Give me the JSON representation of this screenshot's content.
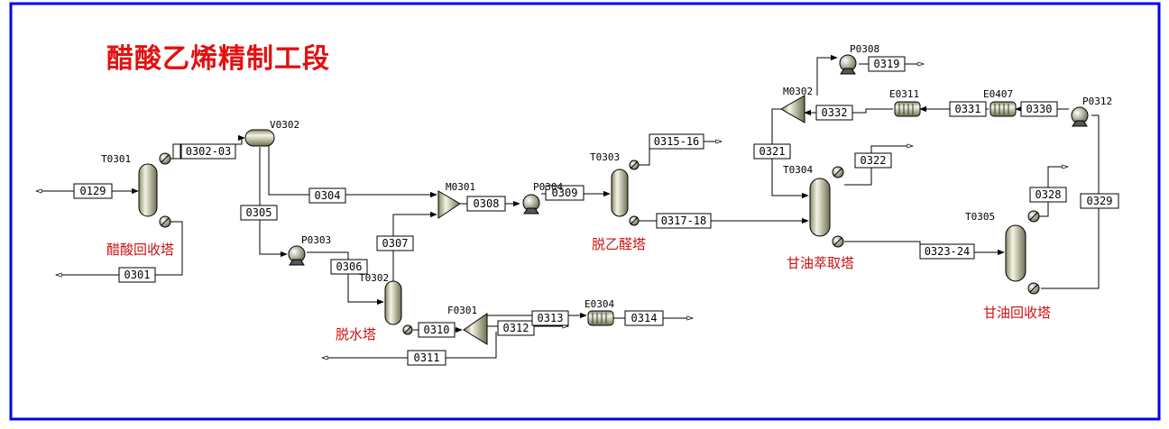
{
  "title": "醋酸乙烯精制工段",
  "columns": [
    {
      "id": "col-t0301",
      "name": "醋酸回收塔"
    },
    {
      "id": "col-t0302",
      "name": "脱水塔"
    },
    {
      "id": "col-t0303",
      "name": "脱乙醛塔"
    },
    {
      "id": "col-t0304",
      "name": "甘油萃取塔"
    },
    {
      "id": "col-t0305",
      "name": "甘油回收塔"
    }
  ],
  "equipment": {
    "t0301": "T0301",
    "t0302": "T0302",
    "t0303": "T0303",
    "t0304": "T0304",
    "t0305": "T0305",
    "v0302": "V0302",
    "m0301": "M0301",
    "m0302": "M0302",
    "p0303": "P0303",
    "p0304": "P0304",
    "p0308": "P0308",
    "p0312": "P0312",
    "f0301": "F0301",
    "e0304": "E0304",
    "e0311": "E0311",
    "e0407": "E0407"
  },
  "streams": {
    "s0129": "0129",
    "s0301": "0301",
    "s0302_03": "0302-03",
    "s0304": "0304",
    "s0305": "0305",
    "s0306": "0306",
    "s0307": "0307",
    "s0308": "0308",
    "s0309": "0309",
    "s0310": "0310",
    "s0311": "0311",
    "s0312": "0312",
    "s0313": "0313",
    "s0314": "0314",
    "s0315_16": "0315-16",
    "s0317_18": "0317-18",
    "s0319": "0319",
    "s0321": "0321",
    "s0322": "0322",
    "s0323_24": "0323-24",
    "s0328": "0328",
    "s0329": "0329",
    "s0330": "0330",
    "s0331": "0331",
    "s0332": "0332"
  },
  "colors": {
    "frame": "#0000ee",
    "title": "#e31010",
    "column_label": "#cc1111"
  }
}
